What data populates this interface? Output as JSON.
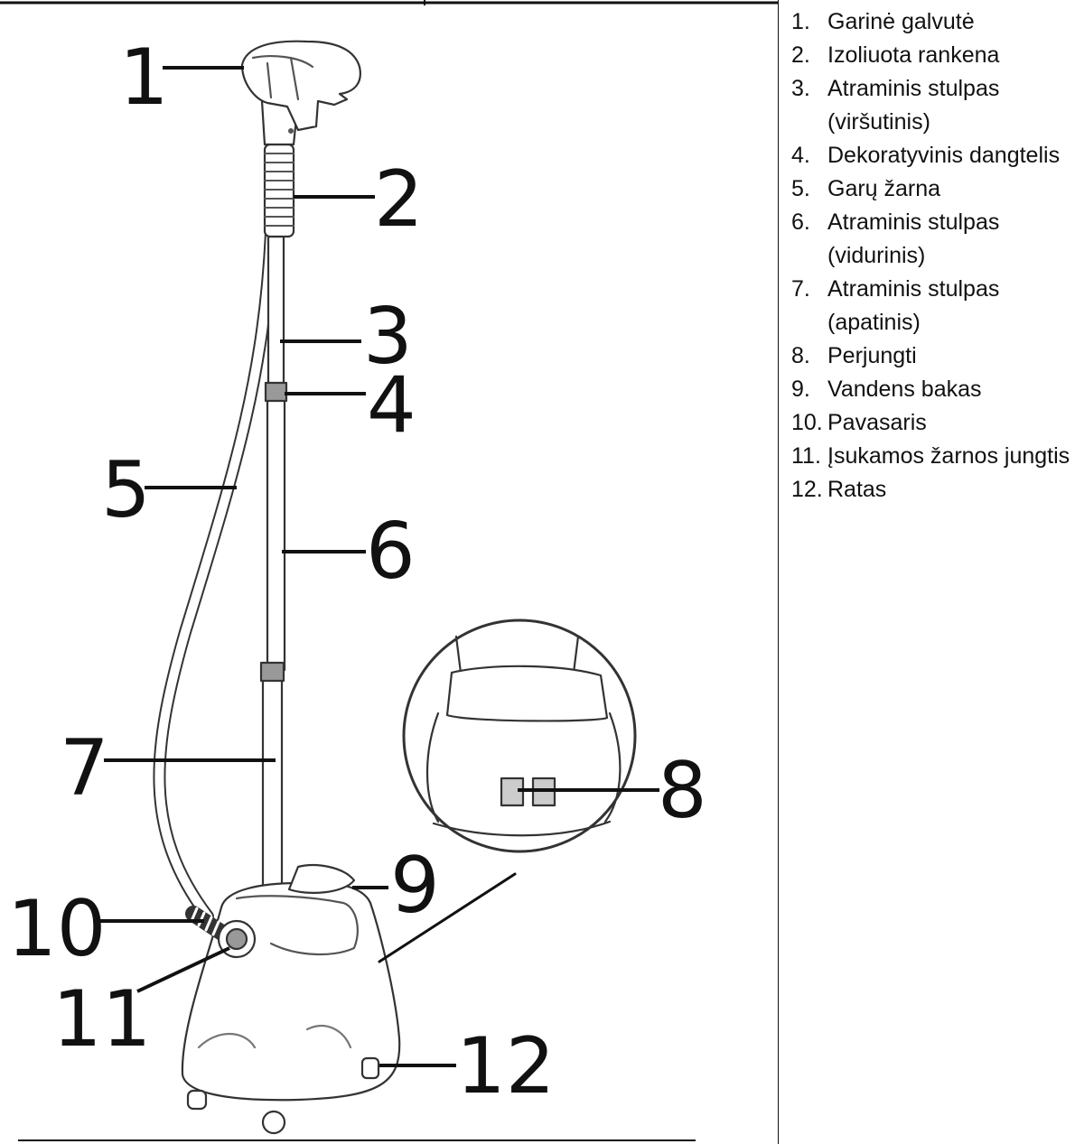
{
  "diagram": {
    "callouts": [
      "1",
      "2",
      "3",
      "4",
      "5",
      "6",
      "7",
      "8",
      "9",
      "10",
      "11",
      "12"
    ]
  },
  "legend": {
    "items": [
      {
        "num": "1.",
        "label": "Garinė galvutė"
      },
      {
        "num": "2.",
        "label": "Izoliuota rankena"
      },
      {
        "num": "3.",
        "label": "Atraminis stulpas (viršutinis)"
      },
      {
        "num": "4.",
        "label": "Dekoratyvinis dangtelis"
      },
      {
        "num": "5.",
        "label": "Garų žarna"
      },
      {
        "num": "6.",
        "label": "Atraminis stulpas (vidurinis)"
      },
      {
        "num": "7.",
        "label": "Atraminis stulpas (apatinis)"
      },
      {
        "num": "8.",
        "label": "Perjungti"
      },
      {
        "num": "9.",
        "label": "Vandens bakas"
      },
      {
        "num": "10.",
        "label": "Pavasaris"
      },
      {
        "num": "11.",
        "label": "Įsukamos žarnos jungtis"
      },
      {
        "num": "12.",
        "label": "Ratas"
      }
    ]
  }
}
